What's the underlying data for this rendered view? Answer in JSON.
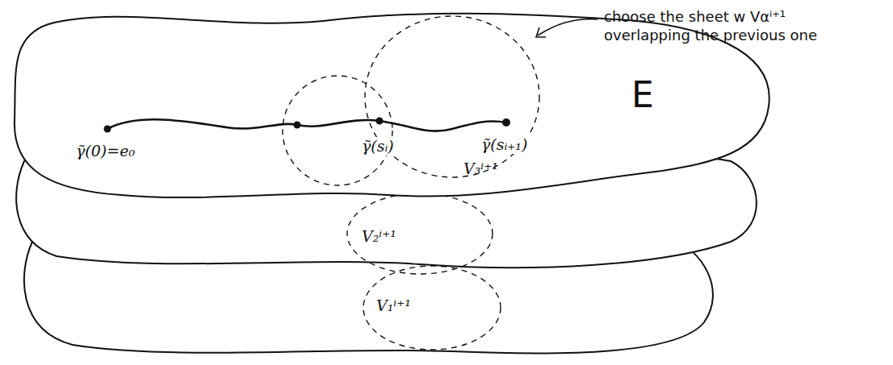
{
  "diagram": {
    "labels": [
      "γ̃(0)=e₀",
      "γ̃(sᵢ)",
      "γ̃(sᵢ₊₁)",
      "V₃ⁱ⁺¹",
      "V₂ⁱ⁺¹",
      "V₁ⁱ⁺¹",
      "E",
      "choose the sheet w Vαⁱ⁺¹ overlapping the previous one"
    ]
  }
}
